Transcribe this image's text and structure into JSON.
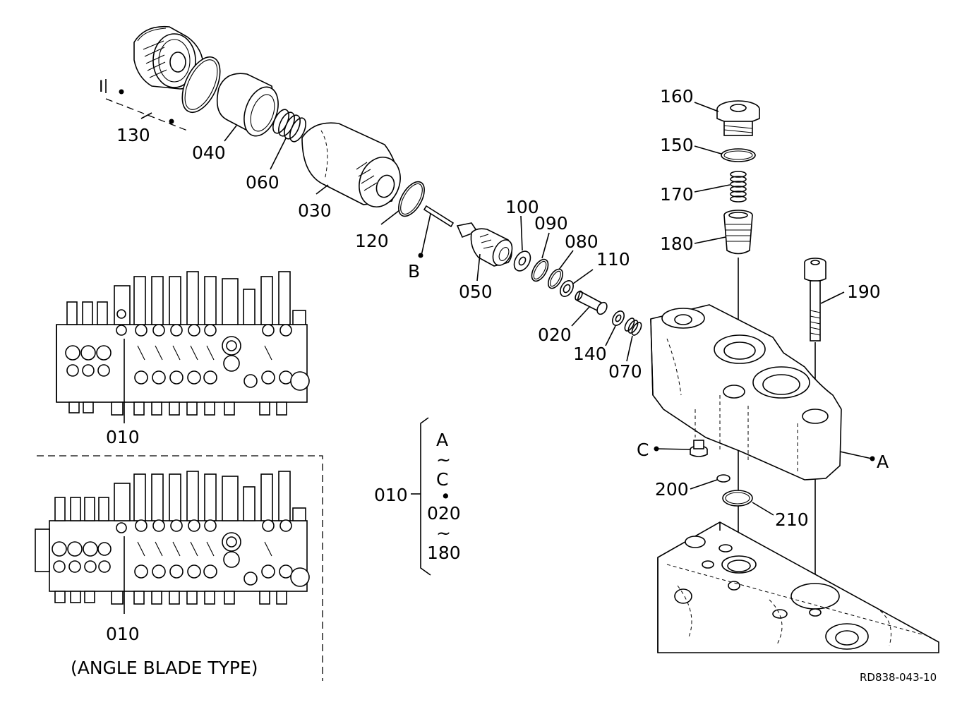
{
  "drawing_code": "RD838-043-10",
  "parts": {
    "p010": "010",
    "p020": "020",
    "p030": "030",
    "p040": "040",
    "p050": "050",
    "p060": "060",
    "p070": "070",
    "p080": "080",
    "p090": "090",
    "p100": "100",
    "p110": "110",
    "p120": "120",
    "p130": "130",
    "p140": "140",
    "p150": "150",
    "p160": "160",
    "p170": "170",
    "p180": "180",
    "p190": "190",
    "p200": "200",
    "p210": "210"
  },
  "refs": {
    "a": "A",
    "b": "B",
    "c": "C",
    "i": "I"
  },
  "bracket": {
    "part": "010",
    "line1": "A",
    "tilde1": "~",
    "line2": "C",
    "sep": "•",
    "line3": "020",
    "tilde2": "~",
    "line4": "180"
  },
  "variant_caption": "(ANGLE BLADE TYPE)"
}
